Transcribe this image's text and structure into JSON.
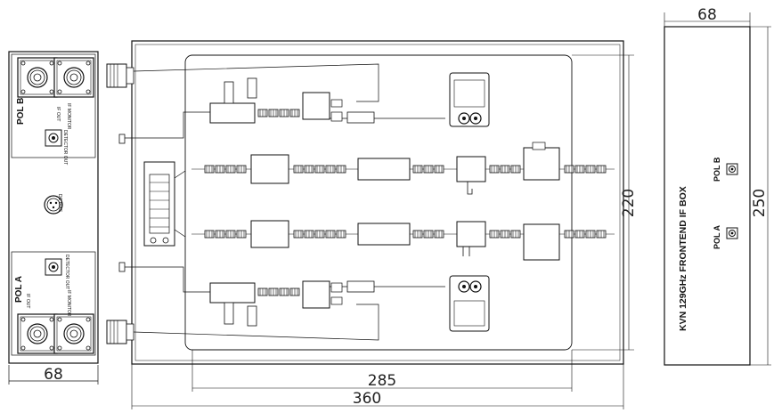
{
  "left_panel": {
    "pol_b_label": "POL B",
    "pol_a_label": "POL A",
    "width_dim": "68"
  },
  "main_view": {
    "height_dim": "220",
    "inner_width_dim": "285",
    "outer_width_dim": "360"
  },
  "right_panel": {
    "title": "KVN 129GHz FRONTEND IF BOX",
    "pol_a_label": "POL A",
    "pol_b_label": "POL B",
    "width_dim": "68",
    "height_dim": "250"
  },
  "colors": {
    "line": "#1a1a1a",
    "fill": "#ffffff"
  }
}
